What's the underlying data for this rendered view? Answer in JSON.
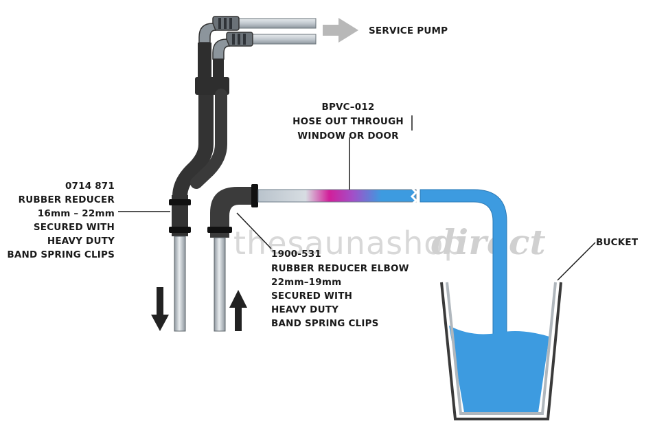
{
  "labels": {
    "service_pump": "SERVICE PUMP",
    "hose_code": "BPVC–012",
    "hose_line1": "HOSE OUT THROUGH",
    "hose_line2": "WINDOW OR DOOR",
    "reducer_code": "0714 871",
    "reducer_line1": "RUBBER REDUCER",
    "reducer_line2": "16mm – 22mm",
    "reducer_line3": "SECURED WITH",
    "reducer_line4": "HEAVY DUTY",
    "reducer_line5": "BAND SPRING CLIPS",
    "elbow_code": "1900-531",
    "elbow_line1": "RUBBER REDUCER ELBOW",
    "elbow_line2": "22mm–19mm",
    "elbow_line3": "SECURED WITH",
    "elbow_line4": "HEAVY DUTY",
    "elbow_line5": "BAND SPRING CLIPS",
    "bucket": "BUCKET"
  },
  "watermark": {
    "part1": "thesaunashop",
    "part2": "direct"
  },
  "colors": {
    "water": "#3d9be0",
    "hose_black": "#3a3a3a",
    "pipe_grey": "#c4cbd1",
    "arrow_grey": "#b8b8b8",
    "arrow_dark": "#222222",
    "magenta": "#d21f9a"
  }
}
